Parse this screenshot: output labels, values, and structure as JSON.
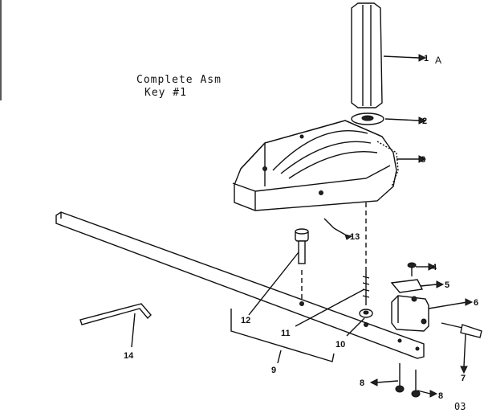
{
  "caption": {
    "line1": "Complete Asm",
    "line2": "Key #1"
  },
  "corner_code": "03",
  "parts": [
    {
      "key": "1",
      "suffix": "A"
    },
    {
      "key": "2"
    },
    {
      "key": "3"
    },
    {
      "key": "4"
    },
    {
      "key": "5"
    },
    {
      "key": "6"
    },
    {
      "key": "7"
    },
    {
      "key": "8"
    },
    {
      "key": "8"
    },
    {
      "key": "9"
    },
    {
      "key": "10"
    },
    {
      "key": "11"
    },
    {
      "key": "12"
    },
    {
      "key": "13"
    },
    {
      "key": "14"
    }
  ]
}
